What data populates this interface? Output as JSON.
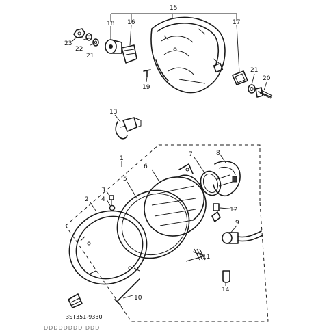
{
  "callouts": {
    "c1": "1",
    "c2": "2",
    "c3": "3",
    "c4": "4",
    "c5": "5",
    "c6": "6",
    "c7": "7",
    "c8": "8",
    "c9": "9",
    "c10": "10",
    "c11": "11",
    "c12": "12",
    "c13": "13",
    "c14": "14",
    "c15": "15",
    "c16": "16",
    "c17": "17",
    "c18": "18",
    "c19": "19",
    "c20": "20",
    "c21a": "21",
    "c21b": "21",
    "c22": "22",
    "c23": "23"
  },
  "diagram_code": "3ST351-9330",
  "footer_text": "DDDDDDDD DDD"
}
